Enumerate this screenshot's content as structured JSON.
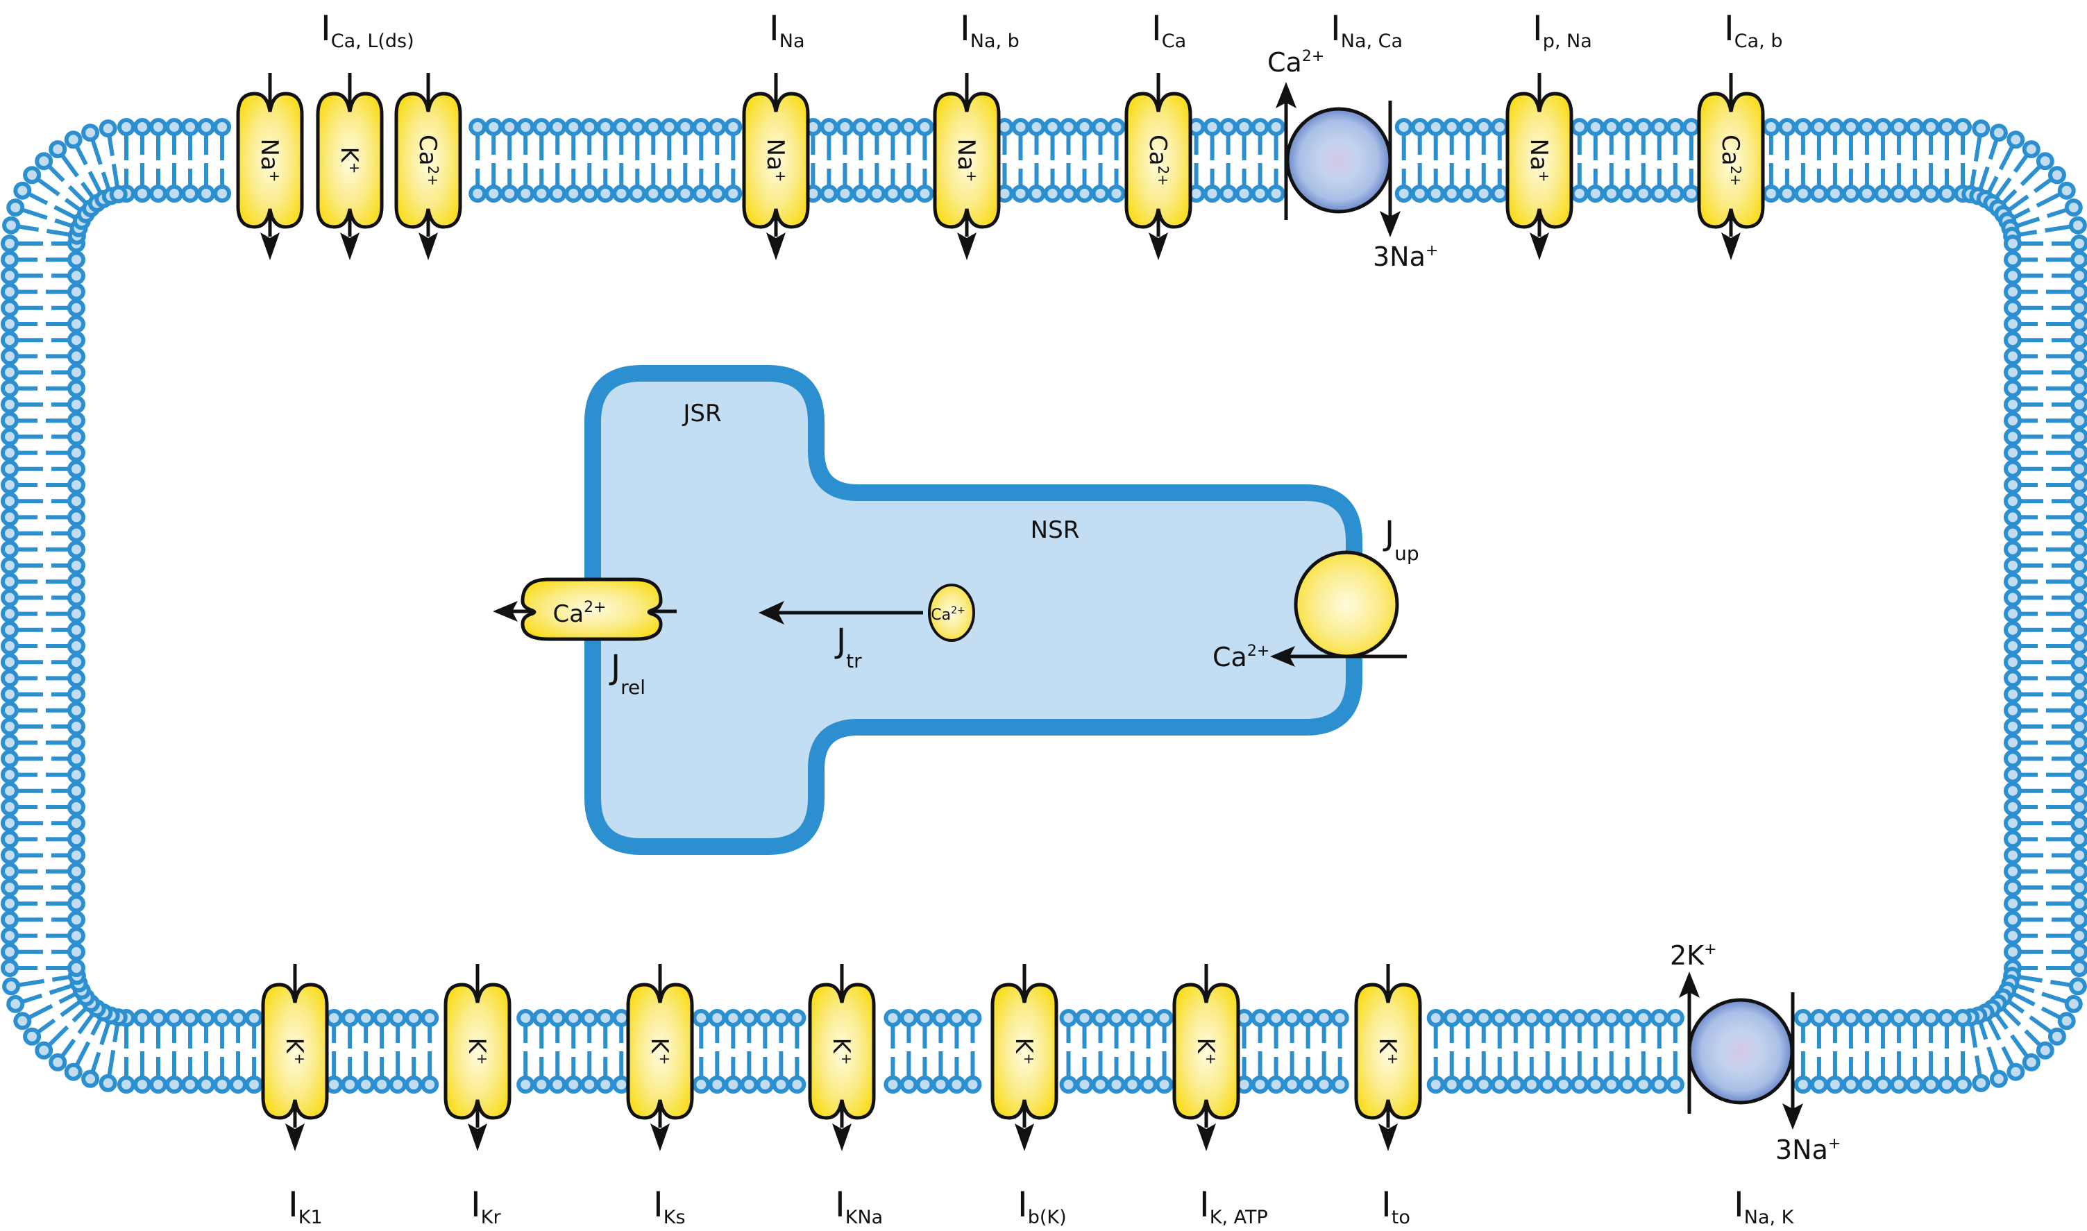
{
  "title": "Cardiac myocyte ion channels, pumps and SR calcium handling",
  "colors": {
    "membrane_stroke": "#2b8fd0",
    "membrane_head_fill": "#c2dcf2",
    "sr_fill": "#c3ddf2",
    "sr_border": "#2b8fd0",
    "channel_yellow": "#f9dd1e",
    "channel_center": "#fffbe0",
    "pump_blue": "#5a7cc4",
    "pump_center": "#c8d6ee",
    "outline": "#111111"
  },
  "top_channels": [
    {
      "ion": "Na",
      "charge": "+",
      "current_main": "I",
      "current_sub": ""
    },
    {
      "ion": "K",
      "charge": "+",
      "current_main": "I",
      "current_sub": ""
    },
    {
      "ion": "Ca",
      "charge": "2+",
      "current_main": "I",
      "current_sub": ""
    },
    {
      "ion": "Na",
      "charge": "+",
      "current_main": "I",
      "current_sub": "Na"
    },
    {
      "ion": "Na",
      "charge": "+",
      "current_main": "I",
      "current_sub": "Na, b"
    },
    {
      "ion": "Ca",
      "charge": "2+",
      "current_main": "I",
      "current_sub": "Ca"
    },
    {
      "ion": "Na",
      "charge": "+",
      "current_main": "I",
      "current_sub": "p, Na"
    },
    {
      "ion": "Ca",
      "charge": "2+",
      "current_main": "I",
      "current_sub": "Ca, b"
    }
  ],
  "group_label": {
    "main": "I",
    "sub": "Ca, L(ds)"
  },
  "exchanger": {
    "current_main": "I",
    "current_sub": "Na, Ca",
    "out_ion": "Ca",
    "out_charge": "2+",
    "in_ion": "3Na",
    "in_charge": "+"
  },
  "bottom_channels": [
    {
      "ion": "K",
      "charge": "+",
      "current_main": "I",
      "current_sub": "K1"
    },
    {
      "ion": "K",
      "charge": "+",
      "current_main": "I",
      "current_sub": "Kr"
    },
    {
      "ion": "K",
      "charge": "+",
      "current_main": "I",
      "current_sub": "Ks"
    },
    {
      "ion": "K",
      "charge": "+",
      "current_main": "I",
      "current_sub": "KNa"
    },
    {
      "ion": "K",
      "charge": "+",
      "current_main": "I",
      "current_sub": "b(K)"
    },
    {
      "ion": "K",
      "charge": "+",
      "current_main": "I",
      "current_sub": "K, ATP"
    },
    {
      "ion": "K",
      "charge": "+",
      "current_main": "I",
      "current_sub": "to"
    }
  ],
  "pump": {
    "current_main": "I",
    "current_sub": "Na, K",
    "out_ion": "2K",
    "out_charge": "+",
    "in_ion": "3Na",
    "in_charge": "+"
  },
  "sr": {
    "jsr_label": "JSR",
    "nsr_label": "NSR",
    "release": {
      "ion": "Ca",
      "charge": "2+",
      "flux_main": "J",
      "flux_sub": "rel"
    },
    "transfer": {
      "ion": "Ca",
      "charge": "2+",
      "flux_main": "J",
      "flux_sub": "tr"
    },
    "uptake": {
      "ion": "Ca",
      "charge": "2+",
      "flux_main": "J",
      "flux_sub": "up"
    }
  }
}
